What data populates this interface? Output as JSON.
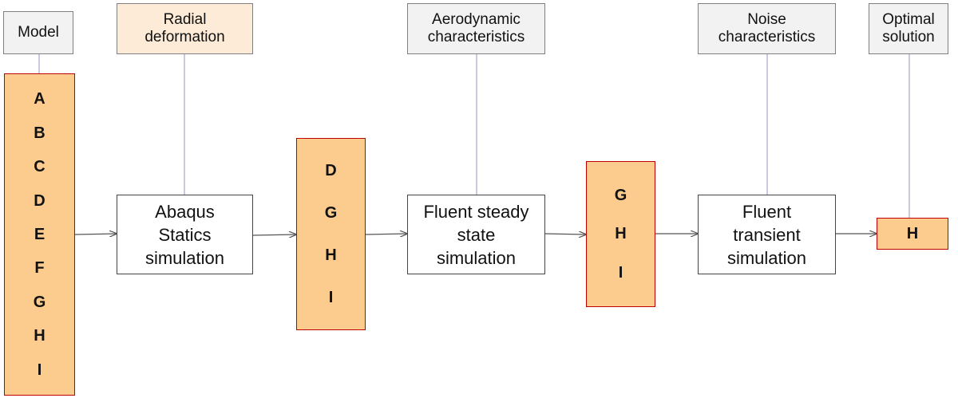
{
  "headers": {
    "model": "Model",
    "radial": "Radial\ndeformation",
    "aero": "Aerodynamic\ncharacteristics",
    "noise": "Noise\ncharacteristics",
    "optimal": "Optimal\nsolution"
  },
  "processes": {
    "abaqus": "Abaqus\nStatics\nsimulation",
    "fluent_steady": "Fluent steady\nstate\nsimulation",
    "fluent_transient": "Fluent\ntransient\nsimulation"
  },
  "candidates": {
    "all_models": [
      "A",
      "B",
      "C",
      "D",
      "E",
      "F",
      "G",
      "H",
      "I"
    ],
    "after_statics": [
      "D",
      "G",
      "H",
      "I"
    ],
    "after_steady": [
      "G",
      "H",
      "I"
    ],
    "optimal": [
      "H"
    ]
  },
  "colors": {
    "candidate_fill": "#fccb8e",
    "candidate_border": "#c00000",
    "header_fill": "#f2f2f2",
    "header_highlight": "#fdebd8",
    "connector_vertical": "#a6a6c8",
    "arrow": "#555555"
  }
}
